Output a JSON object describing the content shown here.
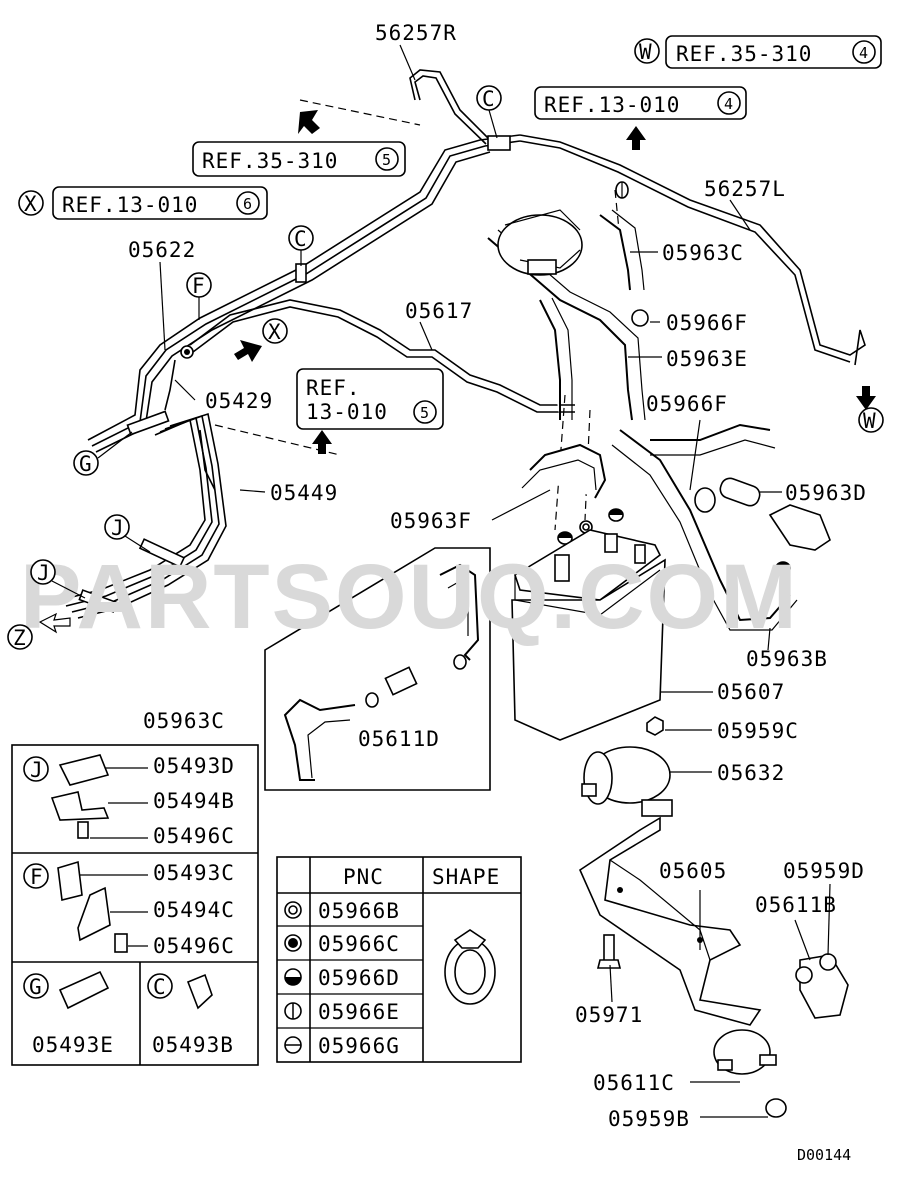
{
  "watermark": "PARTSOUQ.COM",
  "diagram_code": "D00144",
  "callouts": {
    "p56257R": "56257R",
    "p56257L": "56257L",
    "p05622": "05622",
    "p05617": "05617",
    "p05429": "05429",
    "p05449": "05449",
    "p05963C": "05963C",
    "p05966F_a": "05966F",
    "p05963E": "05963E",
    "p05966F_b": "05966F",
    "p05963D": "05963D",
    "p05963F": "05963F",
    "p05963B": "05963B",
    "p05607": "05607",
    "p05959C": "05959C",
    "p05632": "05632",
    "p05963C_inset": "05963C",
    "p05611D": "05611D",
    "p05605": "05605",
    "p05959D": "05959D",
    "p05611B": "05611B",
    "p05971": "05971",
    "p05611C": "05611C",
    "p05959B": "05959B"
  },
  "refs": {
    "w_ref": "REF.35-310",
    "w_ref_num": "4",
    "ref_13_010_4": "REF.13-010",
    "ref_13_010_4_num": "4",
    "ref_35_310_5": "REF.35-310",
    "ref_35_310_5_num": "5",
    "x_ref": "REF.13-010",
    "x_ref_num": "6",
    "ref_13_010_5_line1": "REF.",
    "ref_13_010_5_line2": "13-010",
    "ref_13_010_5_num": "5"
  },
  "markers": {
    "C": "C",
    "F": "F",
    "G": "G",
    "J": "J",
    "W": "W",
    "X": "X",
    "Z": "Z"
  },
  "clip_boxes": {
    "J": {
      "letter": "J",
      "items": [
        "05493D",
        "05494B",
        "05496C"
      ]
    },
    "F": {
      "letter": "F",
      "items": [
        "05493C",
        "05494C",
        "05496C"
      ]
    },
    "G": {
      "letter": "G",
      "items": [
        "05493E"
      ]
    },
    "C": {
      "letter": "C",
      "items": [
        "05493B"
      ]
    }
  },
  "pnc_table": {
    "headers": [
      "PNC",
      "SHAPE"
    ],
    "rows": [
      "05966B",
      "05966C",
      "05966D",
      "05966E",
      "05966G"
    ]
  }
}
